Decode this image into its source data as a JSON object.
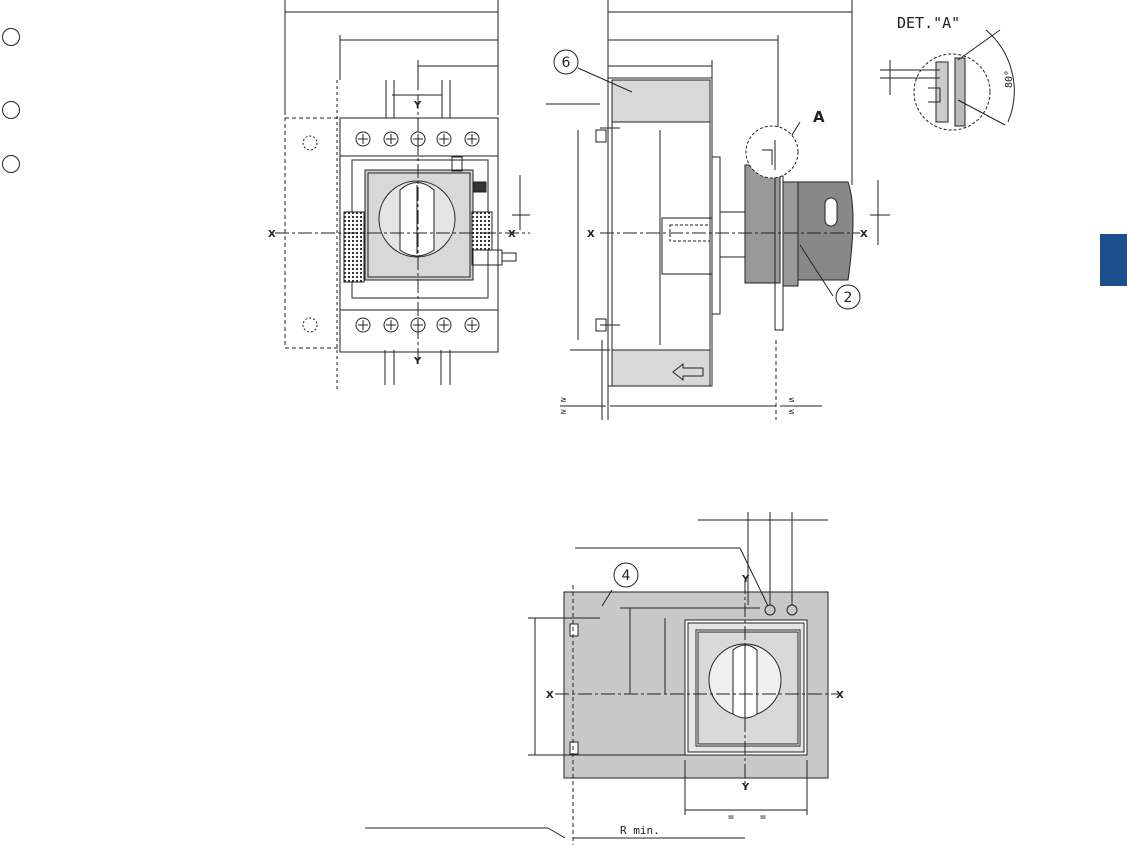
{
  "detail_label": "DET.\"A\"",
  "detail_angle": "80°",
  "callouts": {
    "c6": "6",
    "cA": "A",
    "c2": "2",
    "c4": "4"
  },
  "axes": {
    "x": "X",
    "y": "Y"
  },
  "dim_min_label": "R min.",
  "dim_equal": "=",
  "dim_ge": "≥",
  "dim_le": "≤",
  "colors": {
    "accent_tab": "#1f4e8c",
    "panel_gray": "#c8c8c8",
    "handle_gray": "#9a9a9a",
    "line": "#222222"
  }
}
